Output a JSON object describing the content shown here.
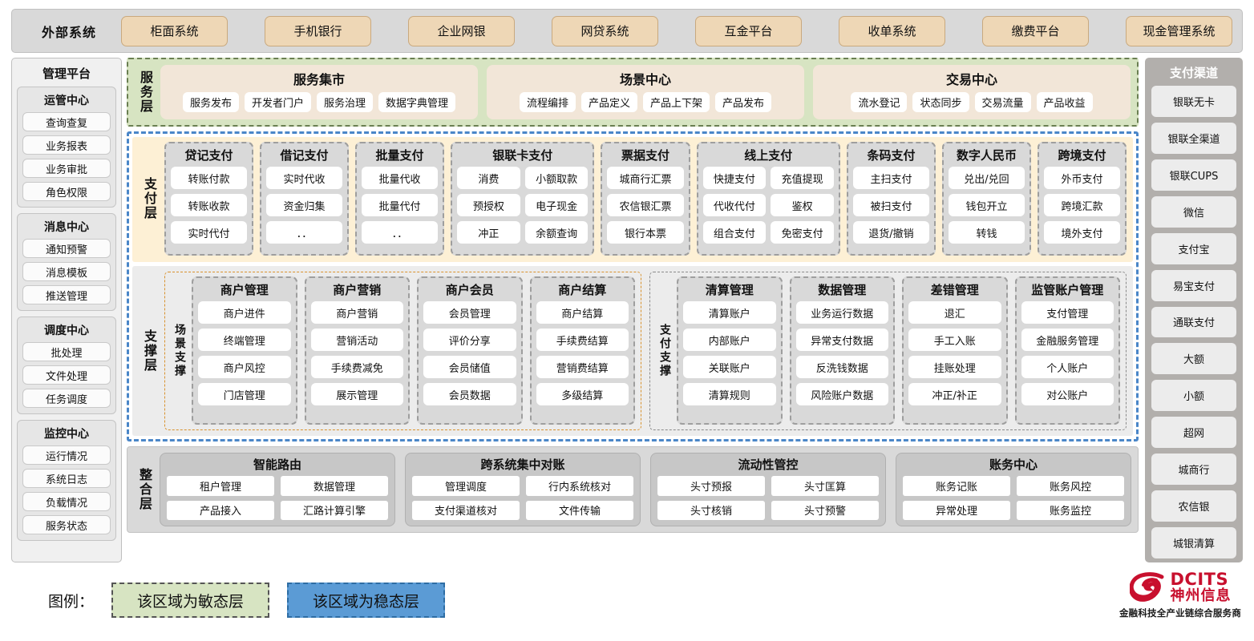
{
  "external": {
    "title": "外部系统",
    "items": [
      "柜面系统",
      "手机银行",
      "企业网银",
      "网贷系统",
      "互金平台",
      "收单系统",
      "缴费平台",
      "现金管理系统"
    ]
  },
  "manage_platform": {
    "title": "管理平台",
    "groups": [
      {
        "title": "运管中心",
        "items": [
          "查询查复",
          "业务报表",
          "业务审批",
          "角色权限"
        ]
      },
      {
        "title": "消息中心",
        "items": [
          "通知预警",
          "消息模板",
          "推送管理"
        ]
      },
      {
        "title": "调度中心",
        "items": [
          "批处理",
          "文件处理",
          "任务调度"
        ]
      },
      {
        "title": "监控中心",
        "items": [
          "运行情况",
          "系统日志",
          "负载情况",
          "服务状态"
        ]
      }
    ]
  },
  "service_layer": {
    "label": "服务层",
    "cards": [
      {
        "title": "服务集市",
        "items": [
          "服务发布",
          "开发者门户",
          "服务治理",
          "数据字典管理"
        ]
      },
      {
        "title": "场景中心",
        "items": [
          "流程编排",
          "产品定义",
          "产品上下架",
          "产品发布"
        ]
      },
      {
        "title": "交易中心",
        "items": [
          "流水登记",
          "状态同步",
          "交易流量",
          "产品收益"
        ]
      }
    ]
  },
  "payment_layer": {
    "label": "支付层",
    "groups": [
      {
        "title": "贷记支付",
        "width": "w1",
        "columns": [
          [
            "转账付款",
            "转账收款",
            "实时代付"
          ]
        ]
      },
      {
        "title": "借记支付",
        "width": "w1",
        "columns": [
          [
            "实时代收",
            "资金归集",
            "．．"
          ]
        ]
      },
      {
        "title": "批量支付",
        "width": "w1",
        "columns": [
          [
            "批量代收",
            "批量代付",
            "．．"
          ]
        ]
      },
      {
        "title": "银联卡支付",
        "width": "w2",
        "columns": [
          [
            "消费",
            "预授权",
            "冲正"
          ],
          [
            "小额取款",
            "电子现金",
            "余额查询"
          ]
        ]
      },
      {
        "title": "票据支付",
        "width": "w1",
        "columns": [
          [
            "城商行汇票",
            "农信银汇票",
            "银行本票"
          ]
        ]
      },
      {
        "title": "线上支付",
        "width": "w2",
        "columns": [
          [
            "快捷支付",
            "代收代付",
            "组合支付"
          ],
          [
            "充值提现",
            "鉴权",
            "免密支付"
          ]
        ]
      },
      {
        "title": "条码支付",
        "width": "w1",
        "columns": [
          [
            "主扫支付",
            "被扫支付",
            "退货/撤销"
          ]
        ]
      },
      {
        "title": "数字人民币",
        "width": "w1",
        "columns": [
          [
            "兑出/兑回",
            "钱包开立",
            "转钱"
          ]
        ]
      },
      {
        "title": "跨境支付",
        "width": "w1",
        "columns": [
          [
            "外币支付",
            "跨境汇款",
            "境外支付"
          ]
        ]
      }
    ]
  },
  "support_layer": {
    "label": "支撑层",
    "halves": [
      {
        "label": "场景支撑",
        "groups": [
          {
            "title": "商户管理",
            "items": [
              "商户进件",
              "终端管理",
              "商户风控",
              "门店管理"
            ]
          },
          {
            "title": "商户营销",
            "items": [
              "商户营销",
              "营销活动",
              "手续费减免",
              "展示管理"
            ]
          },
          {
            "title": "商户会员",
            "items": [
              "会员管理",
              "评价分享",
              "会员储值",
              "会员数据"
            ]
          },
          {
            "title": "商户结算",
            "items": [
              "商户结算",
              "手续费结算",
              "营销费结算",
              "多级结算"
            ]
          }
        ]
      },
      {
        "label": "支付支撑",
        "groups": [
          {
            "title": "清算管理",
            "items": [
              "清算账户",
              "内部账户",
              "关联账户",
              "清算规则"
            ]
          },
          {
            "title": "数据管理",
            "items": [
              "业务运行数据",
              "异常支付数据",
              "反洗钱数据",
              "风险账户数据"
            ]
          },
          {
            "title": "差错管理",
            "items": [
              "退汇",
              "手工入账",
              "挂账处理",
              "冲正/补正"
            ]
          },
          {
            "title": "监管账户管理",
            "items": [
              "支付管理",
              "金融服务管理",
              "个人账户",
              "对公账户"
            ]
          }
        ]
      }
    ]
  },
  "integration_layer": {
    "label": "整合层",
    "groups": [
      {
        "title": "智能路由",
        "items": [
          "租户管理",
          "数据管理",
          "产品接入",
          "汇路计算引擎"
        ]
      },
      {
        "title": "跨系统集中对账",
        "items": [
          "管理调度",
          "行内系统核对",
          "支付渠道核对",
          "文件传输"
        ]
      },
      {
        "title": "流动性管控",
        "items": [
          "头寸预报",
          "头寸匡算",
          "头寸核销",
          "头寸预警"
        ]
      },
      {
        "title": "账务中心",
        "items": [
          "账务记账",
          "账务风控",
          "异常处理",
          "账务监控"
        ]
      }
    ]
  },
  "payment_channels": {
    "title": "支付渠道",
    "items": [
      "银联无卡",
      "银联全渠道",
      "银联CUPS",
      "微信",
      "支付宝",
      "易宝支付",
      "通联支付",
      "大额",
      "小额",
      "超网",
      "城商行",
      "农信银",
      "城银清算"
    ]
  },
  "legend": {
    "label": "图例：",
    "agile": "该区域为敏态层",
    "stable": "该区域为稳态层",
    "agile_color": "#d7e4c2",
    "stable_color": "#5b9bd5"
  },
  "logo": {
    "en": "DCITS",
    "cn": "神州信息",
    "tagline": "金融科技全产业链综合服务商",
    "brand_color": "#c8102e"
  }
}
